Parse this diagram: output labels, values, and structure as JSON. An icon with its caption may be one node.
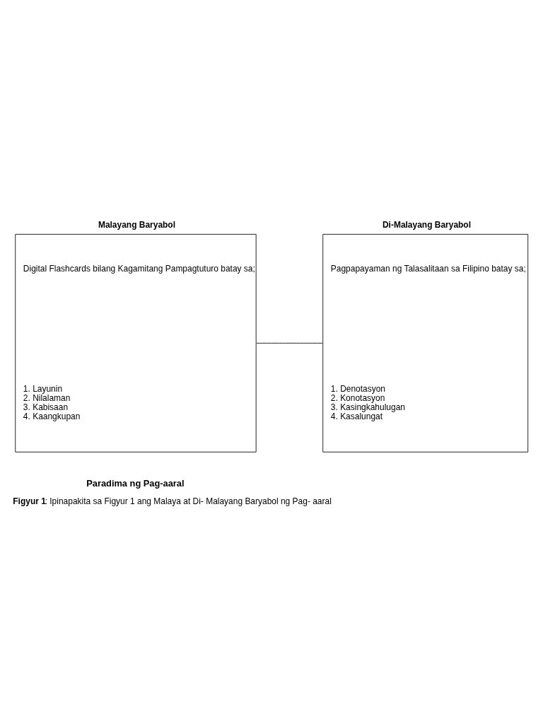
{
  "diagram": {
    "title": "Paradima ng Pag-aaral",
    "caption": "**Figyur 1**: Ipinapakita sa Figyur 1 ang Malaya at Di- Malayang Baryabol ng Pag- aaral",
    "nodes": [
      {
        "text": [
          "Malayang Baryabol",
          "Digital Flashcards bilang Kagamitang Pampagtuturo batay sa;",
          "1. Layunin",
          "2. Nilalaman",
          "3. Kabisaan",
          "4. Kaangkupan"
        ]
      },
      {
        "text": [
          "Di-Malayang Baryabol",
          "Pagpapayaman ng Talasalitaan sa Filipino batay sa;",
          "1. Denotasyon",
          "2. Konotasyon",
          "3. Kasingkahulugan",
          "4. Kasalungat"
        ]
      }
    ],
    "edges": [
      {
        "from": 0,
        "to": 1,
        "arrow": "none"
      }
    ]
  }
}
